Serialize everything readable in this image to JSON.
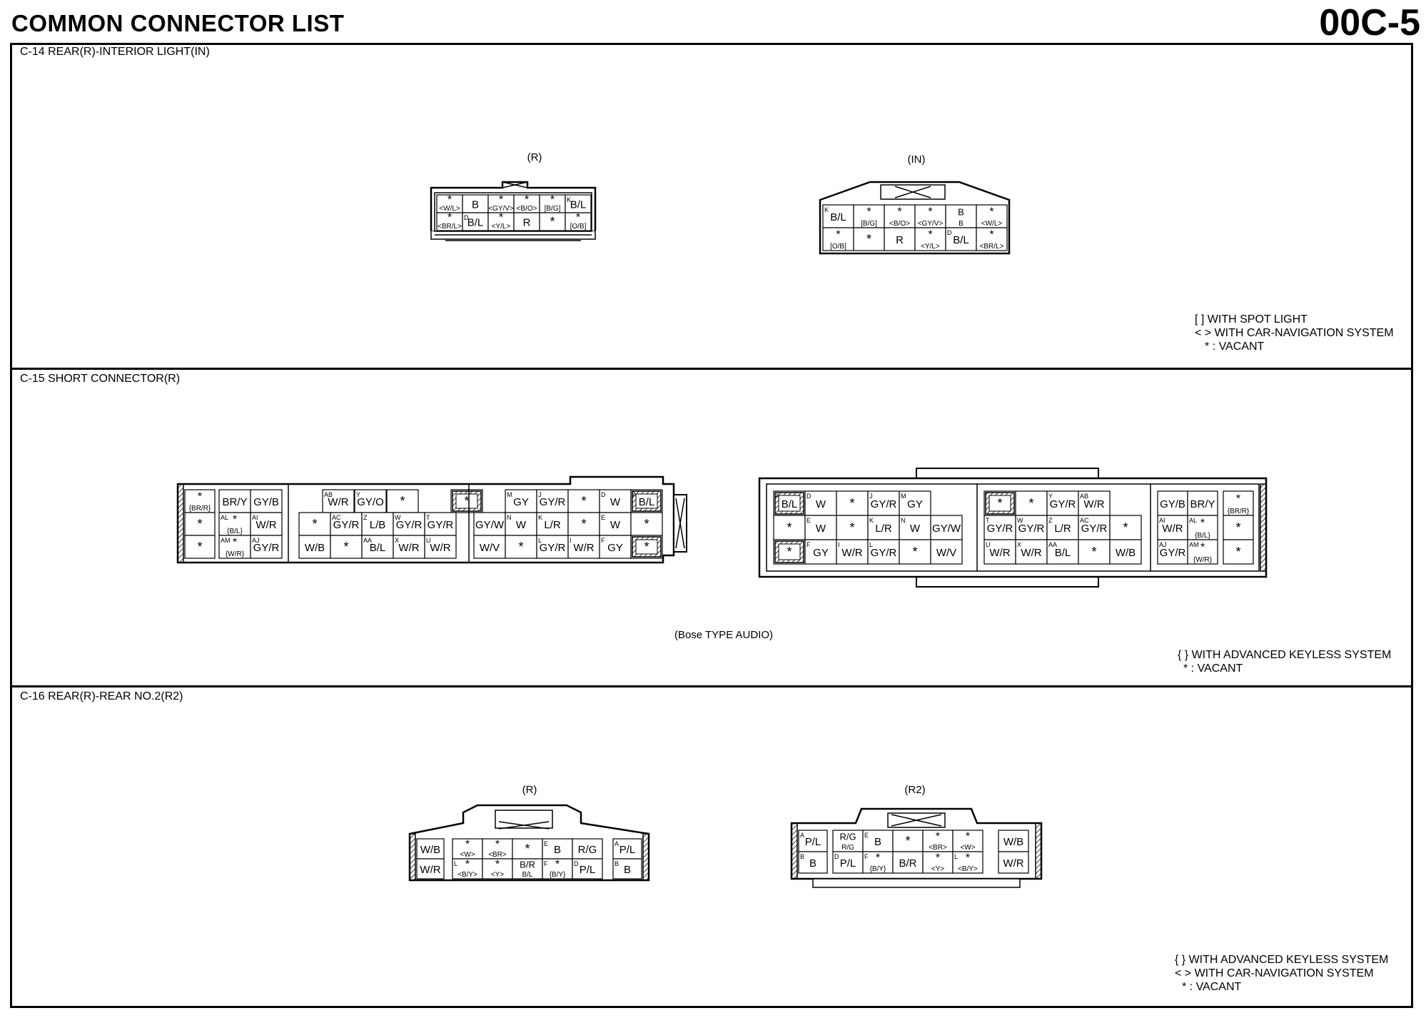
{
  "header": {
    "title": "COMMON CONNECTOR LIST",
    "code": "00C-5"
  },
  "sections": [
    {
      "title": "C-14 REAR(R)-INTERIOR LIGHT(IN)",
      "connectors": [
        {
          "label": "(R)",
          "rows": [
            [
              {
                "t": "*",
                "s": "<W/L>"
              },
              {
                "t": "B"
              },
              {
                "t": "*",
                "s": "<GY/V>"
              },
              {
                "t": "*",
                "s": "<B/O>"
              },
              {
                "t": "*",
                "s": "[B/G]"
              },
              {
                "p": "K",
                "t": "B/L"
              }
            ],
            [
              {
                "t": "*",
                "s": "<BR/L>"
              },
              {
                "p": "D",
                "t": "B/L"
              },
              {
                "t": "*",
                "s": "<Y/L>"
              },
              {
                "t": "R"
              },
              {
                "t": "*"
              },
              {
                "t": "*",
                "s": "[O/B]"
              }
            ]
          ]
        },
        {
          "label": "(IN)",
          "rows": [
            [
              {
                "p": "K",
                "t": "B/L"
              },
              {
                "t": "*",
                "s": "[B/G]"
              },
              {
                "t": "*",
                "s": "<B/O>"
              },
              {
                "t": "*",
                "s": "<GY/V>"
              },
              {
                "t": "B",
                "s": "B"
              },
              {
                "t": "*",
                "s": "<W/L>"
              }
            ],
            [
              {
                "t": "*",
                "s": "[O/B]"
              },
              {
                "t": "*"
              },
              {
                "t": "R"
              },
              {
                "t": "*",
                "s": "<Y/L>"
              },
              {
                "p": "D",
                "t": "B/L"
              },
              {
                "t": "*",
                "s": "<BR/L>"
              }
            ]
          ]
        }
      ],
      "legend": [
        "[ ] WITH SPOT LIGHT",
        "< > WITH CAR-NAVIGATION SYSTEM",
        "* : VACANT"
      ]
    },
    {
      "title": "C-15 SHORT CONNECTOR(R)",
      "caption": "(Bose TYPE AUDIO)",
      "connectors": [
        {
          "groups": [
            [
              [
                {
                  "t": "*",
                  "s": "{BR/R}"
                }
              ],
              [
                {
                  "t": "*"
                }
              ],
              [
                {
                  "t": "*"
                }
              ]
            ],
            [
              [
                {
                  "t": "BR/Y"
                },
                {
                  "t": "GY/B"
                }
              ],
              [
                {
                  "p": "AL",
                  "t": "*",
                  "s": "{B/L}"
                },
                {
                  "p": "AI",
                  "t": "W/R"
                }
              ],
              [
                {
                  "p": "AM",
                  "t": "*",
                  "s": "{W/R}"
                },
                {
                  "p": "AJ",
                  "t": "GY/R"
                }
              ]
            ],
            [
              [
                {
                  "t": ""
                },
                {
                  "p": "AB",
                  "t": "W/R"
                },
                {
                  "p": "Y",
                  "t": "GY/O"
                },
                {
                  "t": "*"
                },
                {
                  "t": ""
                },
                {
                  "t": "*",
                  "box": true
                }
              ],
              [
                {
                  "t": "*"
                },
                {
                  "p": "AC",
                  "t": "GY/R"
                },
                {
                  "p": "Z",
                  "t": "L/B"
                },
                {
                  "p": "W",
                  "t": "GY/R"
                },
                {
                  "p": "T",
                  "t": "GY/R"
                }
              ],
              [
                {
                  "t": "W/B"
                },
                {
                  "t": "*"
                },
                {
                  "p": "AA",
                  "t": "B/L"
                },
                {
                  "p": "X",
                  "t": "W/R"
                },
                {
                  "p": "U",
                  "t": "W/R"
                }
              ]
            ],
            [
              [
                {
                  "t": ""
                },
                {
                  "p": "M",
                  "t": "GY"
                },
                {
                  "p": "J",
                  "t": "GY/R"
                },
                {
                  "t": "*"
                },
                {
                  "p": "D",
                  "t": "W"
                },
                {
                  "p": "A",
                  "t": "B/L",
                  "box": true
                }
              ],
              [
                {
                  "t": "GY/W"
                },
                {
                  "p": "N",
                  "t": "W"
                },
                {
                  "p": "K",
                  "t": "L/R"
                },
                {
                  "t": "*"
                },
                {
                  "p": "E",
                  "t": "W"
                },
                {
                  "t": "*"
                }
              ],
              [
                {
                  "t": "W/V"
                },
                {
                  "t": "*"
                },
                {
                  "p": "L",
                  "t": "GY/R"
                },
                {
                  "p": "I",
                  "t": "W/R"
                },
                {
                  "p": "F",
                  "t": "GY"
                },
                {
                  "t": "*",
                  "box": true
                }
              ]
            ]
          ]
        },
        {
          "groups": [
            [
              [
                {
                  "p": "A",
                  "t": "B/L",
                  "box": true
                },
                {
                  "p": "D",
                  "t": "W"
                },
                {
                  "t": "*"
                },
                {
                  "p": "J",
                  "t": "GY/R"
                },
                {
                  "p": "M",
                  "t": "GY"
                }
              ],
              [
                {
                  "t": "*"
                },
                {
                  "p": "E",
                  "t": "W"
                },
                {
                  "t": "*"
                },
                {
                  "p": "K",
                  "t": "L/R"
                },
                {
                  "p": "N",
                  "t": "W"
                },
                {
                  "t": "GY/W"
                }
              ],
              [
                {
                  "t": "*",
                  "box": true
                },
                {
                  "p": "F",
                  "t": "GY"
                },
                {
                  "p": "I",
                  "t": "W/R"
                },
                {
                  "p": "L",
                  "t": "GY/R"
                },
                {
                  "t": "*"
                },
                {
                  "t": "W/V"
                }
              ]
            ],
            [
              [
                {
                  "t": "*",
                  "box": true
                },
                {
                  "t": "*"
                },
                {
                  "p": "Y",
                  "t": "GY/R"
                },
                {
                  "p": "AB",
                  "t": "W/R"
                }
              ],
              [
                {
                  "p": "T",
                  "t": "GY/R"
                },
                {
                  "p": "W",
                  "t": "GY/R"
                },
                {
                  "p": "Z",
                  "t": "L/R"
                },
                {
                  "p": "AC",
                  "t": "GY/R"
                },
                {
                  "t": "*"
                }
              ],
              [
                {
                  "p": "U",
                  "t": "W/R"
                },
                {
                  "p": "X",
                  "t": "W/R"
                },
                {
                  "p": "AA",
                  "t": "B/L"
                },
                {
                  "t": "*"
                },
                {
                  "t": "W/B"
                }
              ]
            ],
            [
              [
                {
                  "t": "GY/B"
                },
                {
                  "t": "BR/Y"
                }
              ],
              [
                {
                  "p": "AI",
                  "t": "W/R"
                },
                {
                  "p": "AL",
                  "t": "*",
                  "s": "{B/L}"
                }
              ],
              [
                {
                  "p": "AJ",
                  "t": "GY/R"
                },
                {
                  "p": "AM",
                  "t": "*",
                  "s": "{W/R}"
                }
              ]
            ],
            [
              [
                {
                  "t": "*",
                  "s": "{BR/R}"
                }
              ],
              [
                {
                  "t": "*"
                }
              ],
              [
                {
                  "t": "*"
                }
              ]
            ]
          ]
        }
      ],
      "legend": [
        "{ } WITH ADVANCED KEYLESS SYSTEM",
        "* : VACANT"
      ]
    },
    {
      "title": "C-16 REAR(R)-REAR NO.2(R2)",
      "connectors": [
        {
          "label": "(R)",
          "left": [
            "W/B",
            "W/R"
          ],
          "rows": [
            [
              {
                "t": "*",
                "s": "<W>"
              },
              {
                "t": "*",
                "s": "<BR>"
              },
              {
                "t": "*"
              },
              {
                "p": "E",
                "t": "B"
              },
              {
                "t": "R/G"
              }
            ],
            [
              {
                "p": "L",
                "t": "*",
                "s": "<B/Y>"
              },
              {
                "t": "*",
                "s": "<Y>"
              },
              {
                "t": "B/R",
                "s": "B/L"
              },
              {
                "p": "F",
                "t": "*",
                "s": "{B/Y}"
              },
              {
                "p": "D",
                "t": "P/L"
              }
            ]
          ],
          "right": [
            {
              "p": "A",
              "t": "P/L"
            },
            {
              "p": "B",
              "t": "B"
            }
          ]
        },
        {
          "label": "(R2)",
          "left": [
            {
              "p": "A",
              "t": "P/L"
            },
            {
              "p": "B",
              "t": "B"
            }
          ],
          "rows": [
            [
              {
                "t": "R/G",
                "s": "R/G"
              },
              {
                "p": "E",
                "t": "B"
              },
              {
                "t": "*"
              },
              {
                "t": "*",
                "s": "<BR>"
              },
              {
                "t": "*",
                "s": "<W>"
              }
            ],
            [
              {
                "p": "D",
                "t": "P/L"
              },
              {
                "p": "F",
                "t": "*",
                "s": "{B/Y}"
              },
              {
                "t": "B/R"
              },
              {
                "t": "*",
                "s": "<Y>"
              },
              {
                "p": "L",
                "t": "*",
                "s": "<B/Y>"
              }
            ]
          ],
          "right": [
            "W/B",
            "W/R"
          ]
        }
      ],
      "legend": [
        "{ } WITH ADVANCED KEYLESS SYSTEM",
        "< > WITH CAR-NAVIGATION SYSTEM",
        "* : VACANT"
      ]
    }
  ]
}
